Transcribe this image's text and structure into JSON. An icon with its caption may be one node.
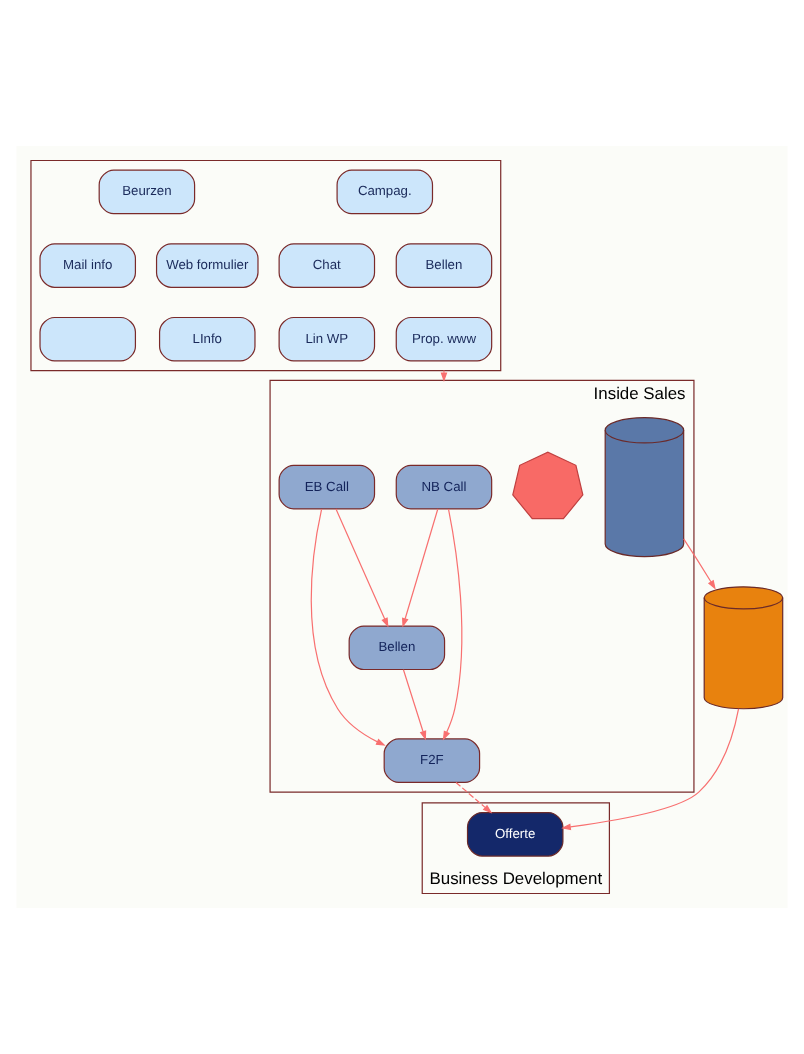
{
  "diagram": {
    "nodes": [
      {
        "text": [],
        "shape": "box"
      },
      {
        "text": [
          "Campag."
        ],
        "in": 0
      },
      {
        "text": [
          "Beurzen"
        ],
        "in": 0
      },
      {
        "text": [
          "Chat"
        ],
        "in": 0
      },
      {
        "text": [
          "Bellen"
        ],
        "in": 0
      },
      {
        "text": [
          "Mail info"
        ],
        "in": 0
      },
      {
        "text": [
          "Web formulier"
        ],
        "in": 0
      },
      {
        "text": [
          "Lin WP"
        ],
        "in": 0
      },
      {
        "text": [
          "Prop. www"
        ],
        "in": 0
      },
      {
        "text": [],
        "shape": "box",
        "in": 0
      },
      {
        "text": [
          "LInfo"
        ],
        "in": 0
      },
      {
        "text": [
          "Inside Sales"
        ]
      },
      {
        "text": [],
        "shape": "cylinder",
        "in": 11
      },
      {
        "text": [],
        "shape": "heptagon",
        "in": 11
      },
      {
        "text": [
          "NB Call"
        ],
        "in": 11
      },
      {
        "text": [
          "EB Call"
        ],
        "in": 11
      },
      {
        "text": [
          "Bellen"
        ],
        "in": 11
      },
      {
        "text": [
          "F2F"
        ],
        "in": 11
      },
      {
        "text": [
          "Business Development"
        ]
      },
      {
        "text": [],
        "shape": "cylinder"
      },
      {
        "text": [
          "Offerte"
        ],
        "in": 18
      }
    ],
    "edges": [
      {
        "from": 0,
        "to": 11,
        "arrow": "to"
      },
      {
        "from": 12,
        "to": 19,
        "arrow": "to"
      },
      {
        "from": 19,
        "to": 20,
        "arrow": "to"
      },
      {
        "from": 14,
        "to": 16,
        "arrow": "to"
      },
      {
        "from": 14,
        "to": 17,
        "arrow": "to"
      },
      {
        "from": 15,
        "to": 16,
        "arrow": "to"
      },
      {
        "from": 15,
        "to": 17,
        "arrow": "to"
      },
      {
        "from": 16,
        "to": 17,
        "arrow": "to"
      },
      {
        "from": 17,
        "to": 20,
        "arrow": "to",
        "style": "dashed"
      }
    ]
  }
}
